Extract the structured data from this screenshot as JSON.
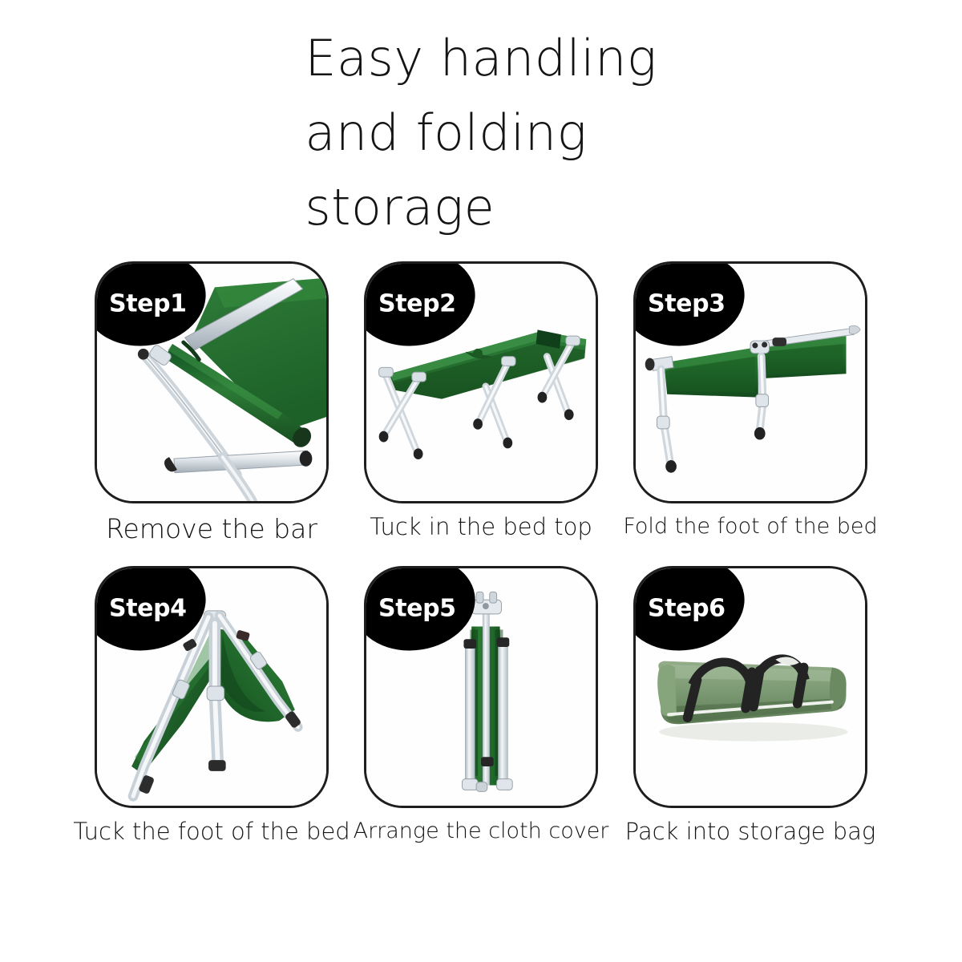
{
  "title": {
    "lines": [
      "Easy handling",
      "and folding",
      "storage"
    ]
  },
  "colors": {
    "background": "#ffffff",
    "card_border": "#1e1e1e",
    "badge_bg": "#000000",
    "badge_text": "#ffffff",
    "cot_fabric_green": "#24722f",
    "cot_fabric_green_dark": "#1b5425",
    "cot_fabric_green_light": "#368a41",
    "aluminium_light": "#e9edf0",
    "aluminium_mid": "#c3cbd2",
    "aluminium_dark": "#8e99a3",
    "bag_green": "#7d9b74",
    "bag_green_dark": "#5f7d57",
    "strap_black": "#232323",
    "caption_text": "#131313"
  },
  "steps": [
    {
      "badge": "Step1",
      "caption": "Remove the bar",
      "caption_size": "cap-lg",
      "photo_alt": "camping cot with aluminium bar being removed"
    },
    {
      "badge": "Step2",
      "caption": "Tuck in the bed top",
      "caption_size": "cap-md",
      "photo_alt": "folded bed top resting on three X legs"
    },
    {
      "badge": "Step3",
      "caption": "Fold the foot of the bed",
      "caption_size": "cap-sm",
      "photo_alt": "cot with feet folded flat into a long band"
    },
    {
      "badge": "Step4",
      "caption": "Tuck the foot of the bed",
      "caption_size": "cap-md",
      "photo_alt": "cot folded into an A-frame tent shape"
    },
    {
      "badge": "Step5",
      "caption": "Arrange the cloth cover",
      "caption_size": "cap-sm",
      "photo_alt": "fully folded bundle standing upright"
    },
    {
      "badge": "Step6",
      "caption": "Pack into storage bag",
      "caption_size": "cap-md",
      "photo_alt": "long green storage bag with black carry handles"
    }
  ]
}
